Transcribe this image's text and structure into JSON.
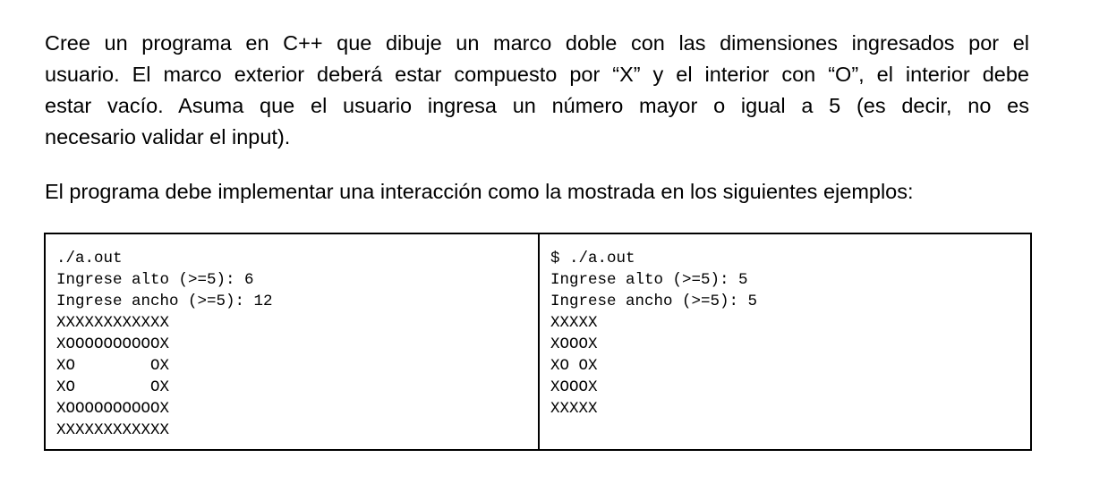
{
  "instructions": {
    "paragraph1_lines": [
      "Cree un programa en C++ que dibuje un marco doble con las dimensiones ingresados por el",
      "usuario. El marco exterior deberá estar compuesto por “X” y el interior con “O”, el interior debe",
      "estar vacío. Asuma que el usuario ingresa un número mayor o igual a 5 (es decir, no es",
      "necesario validar el input)."
    ],
    "paragraph2": "El programa debe implementar una interacción como la mostrada en los siguientes ejemplos:"
  },
  "examples": [
    {
      "lines": [
        "./a.out",
        "Ingrese alto (>=5): 6",
        "Ingrese ancho (>=5): 12",
        "XXXXXXXXXXXX",
        "XOOOOOOOOOOX",
        "XO        OX",
        "XO        OX",
        "XOOOOOOOOOOX",
        "XXXXXXXXXXXX"
      ]
    },
    {
      "lines": [
        "$ ./a.out",
        "Ingrese alto (>=5): 5",
        "Ingrese ancho (>=5): 5",
        "XXXXX",
        "XOOOX",
        "XO OX",
        "XOOOX",
        "XXXXX"
      ]
    }
  ]
}
